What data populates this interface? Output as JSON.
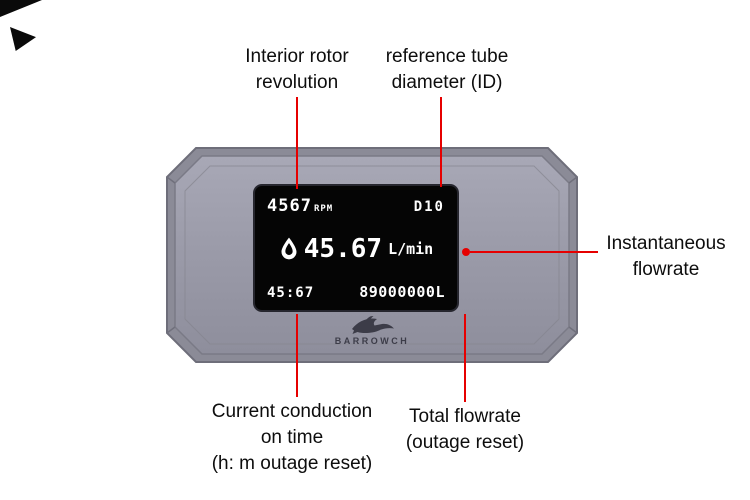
{
  "device": {
    "brand": "BARROWCH",
    "screen": {
      "rpm_value": "4567",
      "rpm_unit": "RPM",
      "tube_diameter": "D10",
      "flow_value": "45.67",
      "flow_unit": "L/min",
      "time_value": "45:67",
      "total_value": "89000000L"
    }
  },
  "annotations": {
    "rotor": {
      "line1": "Interior rotor",
      "line2": "revolution"
    },
    "tube": {
      "line1": "reference tube",
      "line2": "diameter (ID)"
    },
    "instant": {
      "line1": "Instantaneous",
      "line2": "flowrate"
    },
    "conduction": {
      "line1": "Current conduction",
      "line2": "on time",
      "line3": "(h: m outage reset)"
    },
    "total": {
      "line1": "Total flowrate",
      "line2": "(outage reset)"
    }
  },
  "colors": {
    "annotation_red": "#e60000",
    "screen_bg": "#050505",
    "screen_text": "#ffffff",
    "device_body": "#9c9caa",
    "logo": "#3c3c48"
  }
}
